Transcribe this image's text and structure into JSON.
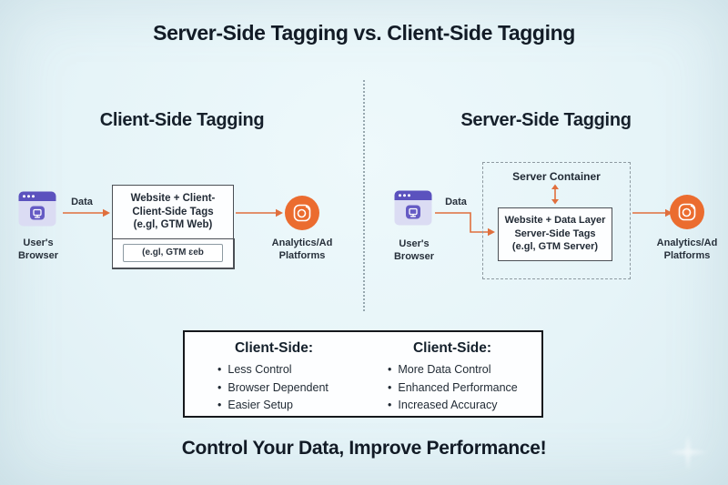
{
  "title": "Server-Side Tagging vs. Client-Side Tagging",
  "left": {
    "heading": "Client-Side Tagging",
    "browser_label": "User's Browser",
    "data_label": "Data",
    "box_lines": [
      "Website + Client-",
      "Client-Side Tags",
      "(e.gl, GTM Web)"
    ],
    "sub_box": "(e.gl, GTM ɛeb",
    "platform_label_top": "Analytics/Ad",
    "platform_label_bottom": "Platforms"
  },
  "right": {
    "heading": "Server-Side Tagging",
    "browser_label": "User's Browser",
    "data_label": "Data",
    "container_label": "Server Container",
    "box_lines": [
      "Website + Data Layer",
      "Server-Side Tags",
      "(e.gl, GTM Server)"
    ],
    "platform_label_top": "Analytics/Ad",
    "platform_label_bottom": "Platforms"
  },
  "comparison": {
    "left": {
      "heading": "Client-Side:",
      "items": [
        "Less Control",
        "Browser Dependent",
        "Easier Setup"
      ]
    },
    "right": {
      "heading": "Client-Side:",
      "items": [
        "More Data Control",
        "Enhanced Performance",
        "Increased Accuracy"
      ]
    }
  },
  "tagline": "Control Your Data, Improve Performance!",
  "icons": {
    "browser": "browser-window-icon",
    "platforms": "camera-lens-icon",
    "flow": "orange-arrow"
  },
  "colors": {
    "background": "#E6F4F8",
    "accent_orange": "#E56F35",
    "icon_orange": "#EB6C2F",
    "purple": "#5B52BE",
    "purple_light": "#DBDCF3",
    "text_dark": "#16202B"
  }
}
